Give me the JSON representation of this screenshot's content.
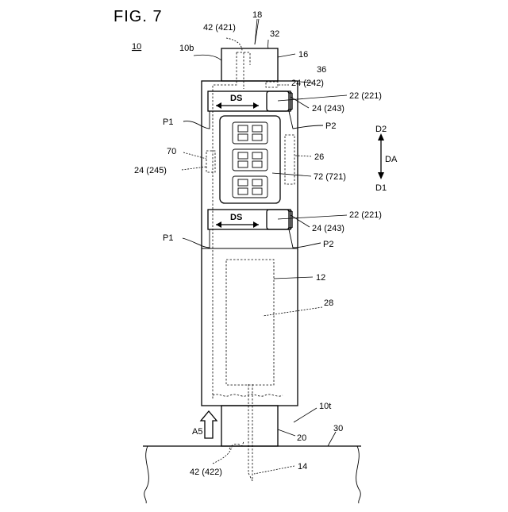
{
  "figure": {
    "title": "FIG. 7",
    "ref_10": "10",
    "ref_10b": "10b",
    "ref_18": "18",
    "ref_42_421": "42 (421)",
    "ref_32": "32",
    "ref_16": "16",
    "ref_36": "36",
    "ref_24_242": "24 (242)",
    "ref_22_221_top": "22 (221)",
    "ref_24_243_top": "24 (243)",
    "ref_P1_top": "P1",
    "ref_P2_top": "P2",
    "ref_70": "70",
    "ref_24_245": "24 (245)",
    "ref_26": "26",
    "ref_72_721": "72 (721)",
    "ref_D2": "D2",
    "ref_DA": "DA",
    "ref_D1": "D1",
    "ref_22_221_bottom": "22 (221)",
    "ref_24_243_bottom": "24 (243)",
    "ref_P1_bottom": "P1",
    "ref_P2_bottom": "P2",
    "ref_12": "12",
    "ref_28": "28",
    "ref_10t": "10t",
    "ref_A5": "A5",
    "ref_30": "30",
    "ref_20": "20",
    "ref_42_422": "42 (422)",
    "ref_14": "14",
    "ds_top": "DS",
    "ds_bottom": "DS"
  }
}
